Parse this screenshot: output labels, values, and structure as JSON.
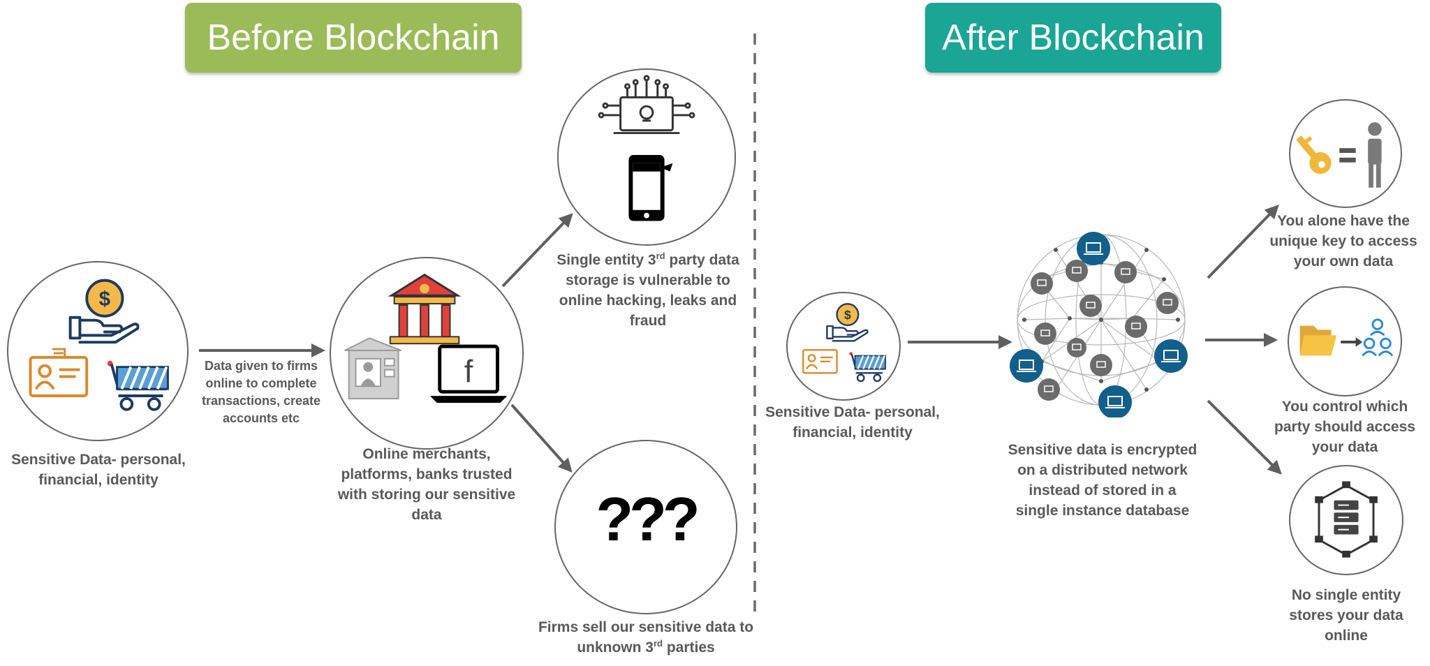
{
  "banners": {
    "before": "Before Blockchain",
    "after": "After Blockchain"
  },
  "before": {
    "sensitive_caption": [
      "Sensitive Data- personal,",
      "financial, identity"
    ],
    "arrow_caption": [
      "Data given to firms",
      "online to complete",
      "transactions, create",
      "accounts etc"
    ],
    "merchants_caption": [
      "Online merchants,",
      "platforms, banks trusted",
      "with storing our sensitive",
      "data"
    ],
    "vulnerable_caption": {
      "line1_a": "Single entity 3",
      "line1_sup": "rd",
      "line1_b": " party data",
      "rest": [
        "storage is vulnerable to",
        "online hacking, leaks and",
        "fraud"
      ]
    },
    "sell_caption": {
      "line1": "Firms sell our sensitive data to",
      "line2_a": "unknown 3",
      "line2_sup": "rd",
      "line2_b": " parties"
    },
    "question_marks": "???",
    "facebook_letter": "f"
  },
  "after": {
    "sensitive_caption": [
      "Sensitive Data- personal,",
      "financial, identity"
    ],
    "network_caption": [
      "Sensitive data is encrypted",
      "on a distributed network",
      "instead of stored in a",
      "single instance database"
    ],
    "key_caption": [
      "You alone have the",
      "unique key to access",
      "your own data"
    ],
    "control_caption": [
      "You control which",
      "party should access",
      "your data"
    ],
    "nosingle_caption": [
      "No single entity",
      "stores your data",
      "online"
    ]
  },
  "colors": {
    "before_banner": "#9bbb59",
    "after_banner": "#1aa595",
    "caption_text": "#595959",
    "arrow": "#5f5f5f",
    "icon_orange": "#d9892b",
    "icon_blue": "#1b6fa8",
    "icon_navy": "#1e3a5f",
    "node_blue": "#125f8c",
    "node_gray": "#6b6b6b"
  },
  "icons": [
    "dollar-coin-icon",
    "hand-icon",
    "id-card-icon",
    "shopping-cart-icon",
    "bank-icon",
    "kiosk-icon",
    "laptop-facebook-icon",
    "hacker-circuit-icon",
    "thief-phone-icon",
    "question-marks-icon",
    "network-sphere-icon",
    "key-icon",
    "person-icon",
    "folder-icon",
    "people-group-icon",
    "server-network-icon"
  ]
}
